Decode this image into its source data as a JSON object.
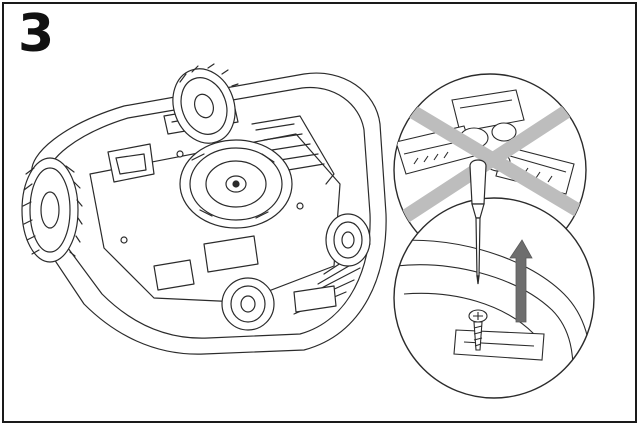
{
  "step": {
    "number": "3"
  },
  "illustration": {
    "subject": "robotic-lawn-mower-underside",
    "detail": "blade-screw-replacement",
    "colors": {
      "line": "#2b2b2b",
      "fill": "#ffffff",
      "arrow": "#6e6e6e",
      "cross": "#bdbdbd",
      "border": "#1a1a1a"
    }
  }
}
